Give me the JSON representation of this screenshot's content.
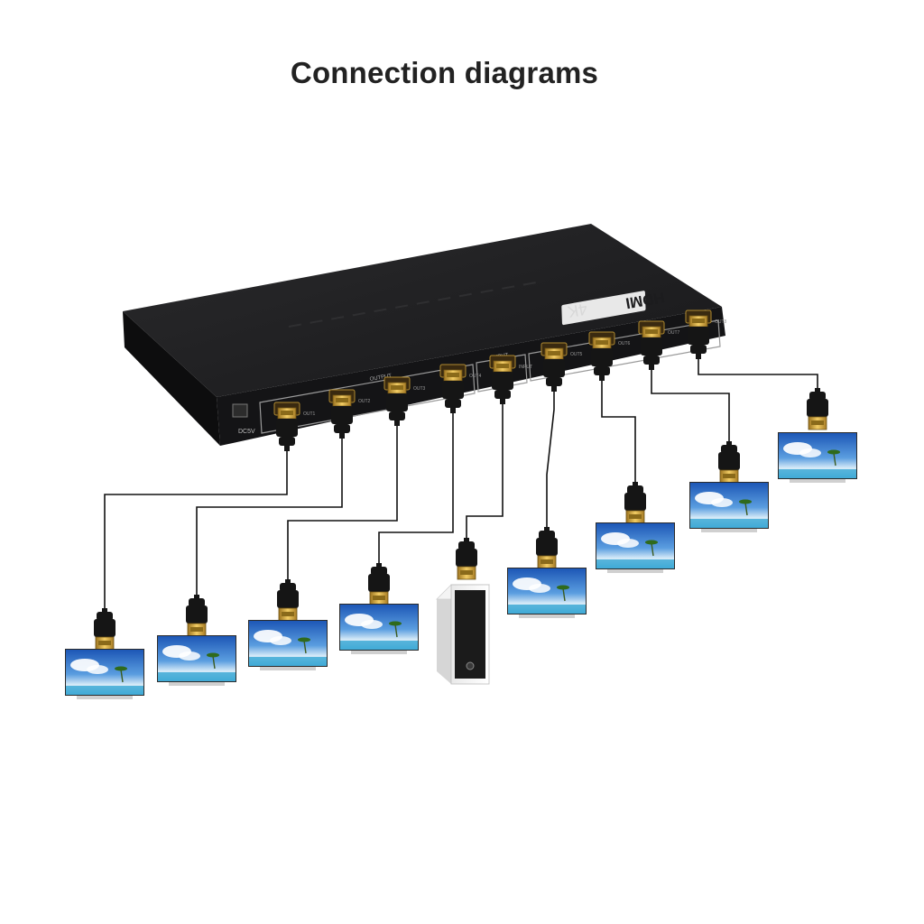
{
  "title": "Connection diagrams",
  "splitter": {
    "logo_text": "HDMI",
    "resolution_badge": "4K",
    "power_label": "DC5V",
    "input_group_label": "INPUT",
    "output_group_label": "OUTPUT",
    "port_labels": [
      "OUT1",
      "OUT2",
      "OUT3",
      "OUT4",
      "INPUT",
      "OUT5",
      "OUT6",
      "OUT7",
      "OUT8"
    ]
  },
  "devices": {
    "source": "computer-tower",
    "displays": 8
  },
  "colors": {
    "background": "#ffffff",
    "splitter_body": "#1c1c1e",
    "connector_gold": "#d4a93c",
    "cable": "#111111",
    "sky": "#2f6fc6"
  }
}
